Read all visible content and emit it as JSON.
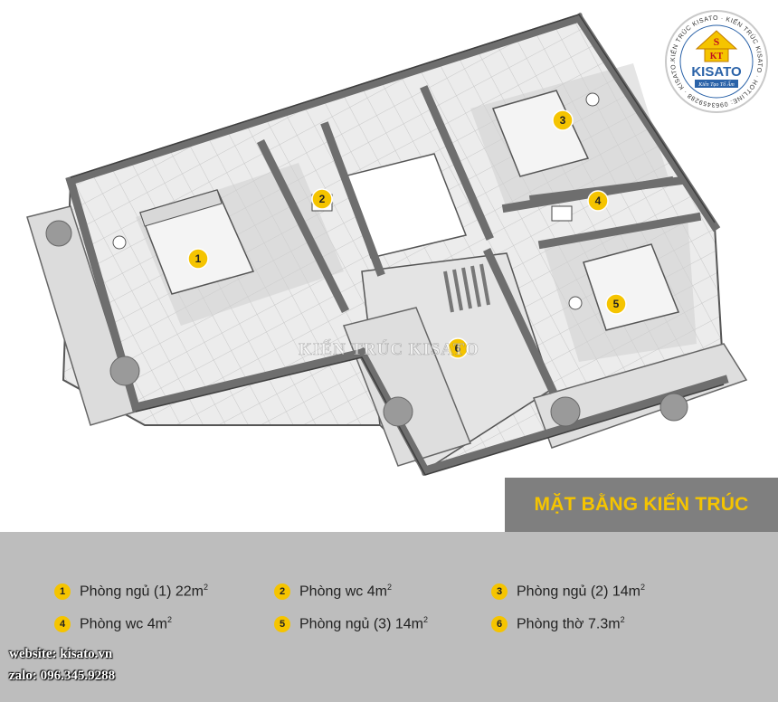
{
  "title": "MẶT BẰNG KIẾN TRÚC TẦNG 2",
  "watermark": "KIẾN TRÚC KISATO",
  "logo": {
    "ring_text": "KIẾN TRÚC KISATO · KIẾN TRÚC KISATO · HOTLINE: 0963459288 · KISATO.VN",
    "brand": "KISATO",
    "monogram_top": "S",
    "monogram_bottom": "KT",
    "tagline": "Kiến Tạo Tổ Ấm"
  },
  "room_markers": [
    "1",
    "2",
    "3",
    "4",
    "5",
    "6"
  ],
  "legend": [
    {
      "num": "1",
      "name": "Phòng ngủ (1) 22m",
      "sup": "2"
    },
    {
      "num": "2",
      "name": "Phòng wc 4m",
      "sup": "2"
    },
    {
      "num": "3",
      "name": "Phòng ngủ (2) 14m",
      "sup": "2"
    },
    {
      "num": "4",
      "name": "Phòng wc 4m",
      "sup": "2"
    },
    {
      "num": "5",
      "name": "Phòng ngủ (3) 14m",
      "sup": "2"
    },
    {
      "num": "6",
      "name": "Phòng thờ 7.3m",
      "sup": "2"
    }
  ],
  "contact": {
    "website": "website: kisato.vn",
    "zalo": "zalo: 096.345.9288"
  },
  "colors": {
    "accent": "#f5c400",
    "legend_bg": "#bdbdbd",
    "title_band": "#7f7f7f",
    "wall": "#8a8a8a",
    "floor": "#e9e9e9"
  }
}
